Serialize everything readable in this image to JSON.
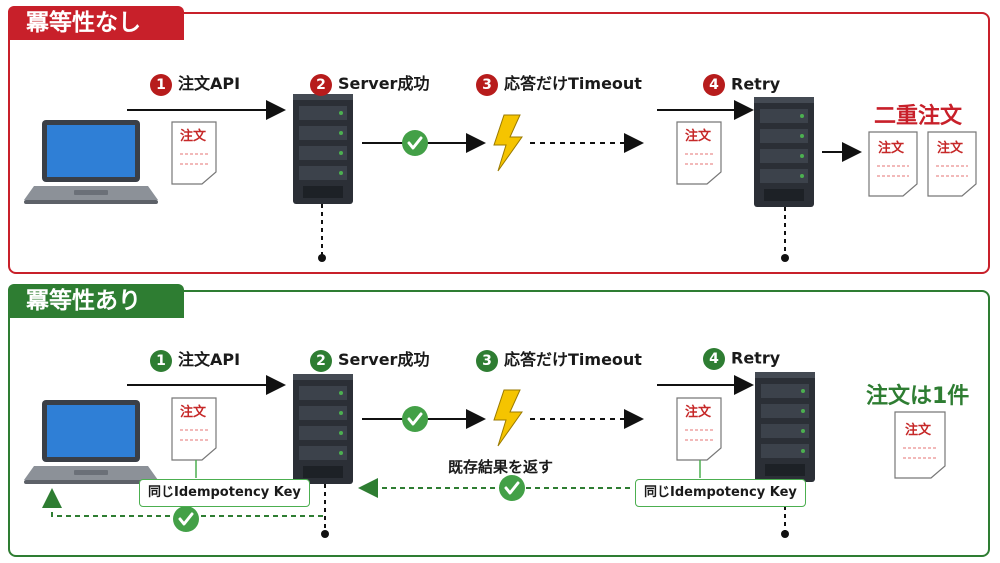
{
  "panel_without": {
    "title": "冪等性なし",
    "steps": [
      {
        "num": "1",
        "label": "注文API"
      },
      {
        "num": "2",
        "label": "Server成功"
      },
      {
        "num": "3",
        "label": "応答だけTimeout"
      },
      {
        "num": "4",
        "label": "Retry"
      }
    ],
    "result": "二重注文",
    "doc_label": "注文"
  },
  "panel_with": {
    "title": "冪等性あり",
    "steps": [
      {
        "num": "1",
        "label": "注文API"
      },
      {
        "num": "2",
        "label": "Server成功"
      },
      {
        "num": "3",
        "label": "応答だけTimeout"
      },
      {
        "num": "4",
        "label": "Retry"
      }
    ],
    "result": "注文は1件",
    "doc_label": "注文",
    "key_label": "同じIdempotency Key",
    "return_label": "既存結果を返す"
  },
  "colors": {
    "red": "#c8202a",
    "green": "#2e7d32",
    "check": "#43a047",
    "bolt": "#f5c400"
  }
}
